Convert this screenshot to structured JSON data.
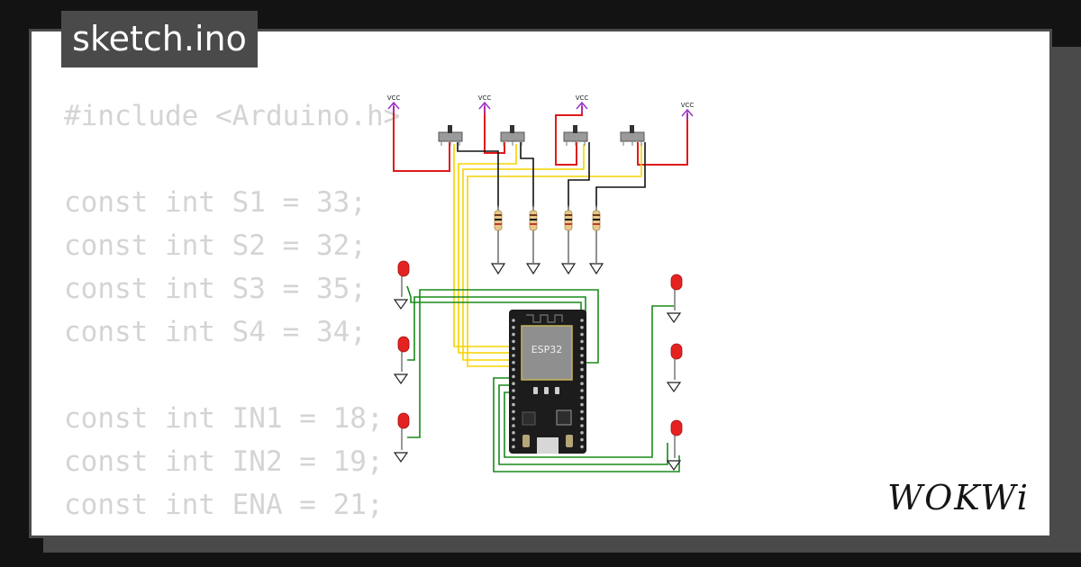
{
  "file_tab": {
    "filename": "sketch.ino"
  },
  "code": {
    "lines": [
      "#include <Arduino.h>",
      "",
      "const int S1 = 33;",
      "const int S2 = 32;",
      "const int S3 = 35;",
      "const int S4 = 34;",
      "",
      "const int IN1 = 18;",
      "const int IN2 = 19;",
      "const int ENA = 21;"
    ]
  },
  "circuit": {
    "vcc_labels": [
      "VCC",
      "VCC",
      "VCC",
      "VCC"
    ],
    "board_label": "ESP32",
    "colors": {
      "red_wire": "#e01b1b",
      "yellow_wire": "#f5d400",
      "green_wire": "#1a8a1a",
      "black_wire": "#111111",
      "vcc_arrow": "#9b30c8",
      "led": "#e52222",
      "board": "#1c1c1c",
      "chip": "#8f8f8f"
    }
  },
  "brand": {
    "logo_text": "WOKWi"
  }
}
